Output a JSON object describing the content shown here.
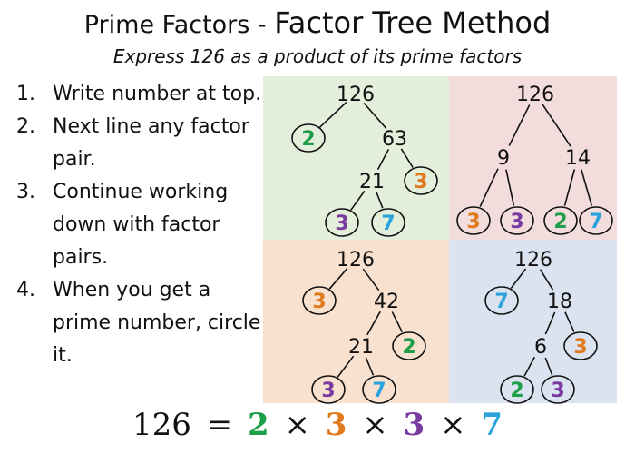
{
  "header": {
    "title_part1": "Prime Factors - ",
    "title_part2": "Factor Tree Method",
    "subtitle": "Express 126 as a product of its prime factors"
  },
  "steps": [
    {
      "num": "1.",
      "text": "Write number at top."
    },
    {
      "num": "2.",
      "text": "Next line any factor pair."
    },
    {
      "num": "3.",
      "text": "Continue working down with factor pairs."
    },
    {
      "num": "4.",
      "text": "When you get a prime number, circle it."
    }
  ],
  "colors": {
    "2": "#1f9e4a",
    "3": "#e07a1c",
    "7": "#2aa3dc",
    "3b": "#7b3aa0",
    "text": "#111111",
    "panel_green": "#e3eedb",
    "panel_pink": "#f3dcdc",
    "panel_peach": "#f9e1cf",
    "panel_blue": "#dbe3f0"
  },
  "trees": [
    {
      "panel": "green",
      "nodes": [
        {
          "id": "a",
          "label": "126"
        },
        {
          "id": "b",
          "label": "2",
          "prime": true,
          "color": "#1f9e4a"
        },
        {
          "id": "c",
          "label": "63"
        },
        {
          "id": "d",
          "label": "21"
        },
        {
          "id": "e",
          "label": "3",
          "prime": true,
          "color": "#e07a1c"
        },
        {
          "id": "f",
          "label": "3",
          "prime": true,
          "color": "#7b3aa0"
        },
        {
          "id": "g",
          "label": "7",
          "prime": true,
          "color": "#2aa3dc"
        }
      ]
    },
    {
      "panel": "pink",
      "nodes": [
        {
          "id": "a",
          "label": "126"
        },
        {
          "id": "b",
          "label": "9"
        },
        {
          "id": "c",
          "label": "14"
        },
        {
          "id": "d",
          "label": "3",
          "prime": true,
          "color": "#e07a1c"
        },
        {
          "id": "e",
          "label": "3",
          "prime": true,
          "color": "#7b3aa0"
        },
        {
          "id": "f",
          "label": "2",
          "prime": true,
          "color": "#1f9e4a"
        },
        {
          "id": "g",
          "label": "7",
          "prime": true,
          "color": "#2aa3dc"
        }
      ]
    },
    {
      "panel": "peach",
      "nodes": [
        {
          "id": "a",
          "label": "126"
        },
        {
          "id": "b",
          "label": "3",
          "prime": true,
          "color": "#e07a1c"
        },
        {
          "id": "c",
          "label": "42"
        },
        {
          "id": "d",
          "label": "21"
        },
        {
          "id": "e",
          "label": "2",
          "prime": true,
          "color": "#1f9e4a"
        },
        {
          "id": "f",
          "label": "3",
          "prime": true,
          "color": "#7b3aa0"
        },
        {
          "id": "g",
          "label": "7",
          "prime": true,
          "color": "#2aa3dc"
        }
      ]
    },
    {
      "panel": "blue",
      "nodes": [
        {
          "id": "a",
          "label": "126"
        },
        {
          "id": "b",
          "label": "7",
          "prime": true,
          "color": "#2aa3dc"
        },
        {
          "id": "c",
          "label": "18"
        },
        {
          "id": "d",
          "label": "6"
        },
        {
          "id": "e",
          "label": "3",
          "prime": true,
          "color": "#e07a1c"
        },
        {
          "id": "f",
          "label": "2",
          "prime": true,
          "color": "#1f9e4a"
        },
        {
          "id": "g",
          "label": "3",
          "prime": true,
          "color": "#7b3aa0"
        }
      ]
    }
  ],
  "equation": {
    "lhs": "126",
    "equals": "=",
    "times": "×",
    "factors": [
      {
        "label": "2",
        "color": "#1f9e4a"
      },
      {
        "label": "3",
        "color": "#e07a1c"
      },
      {
        "label": "3",
        "color": "#7b3aa0"
      },
      {
        "label": "7",
        "color": "#2aa3dc"
      }
    ]
  }
}
